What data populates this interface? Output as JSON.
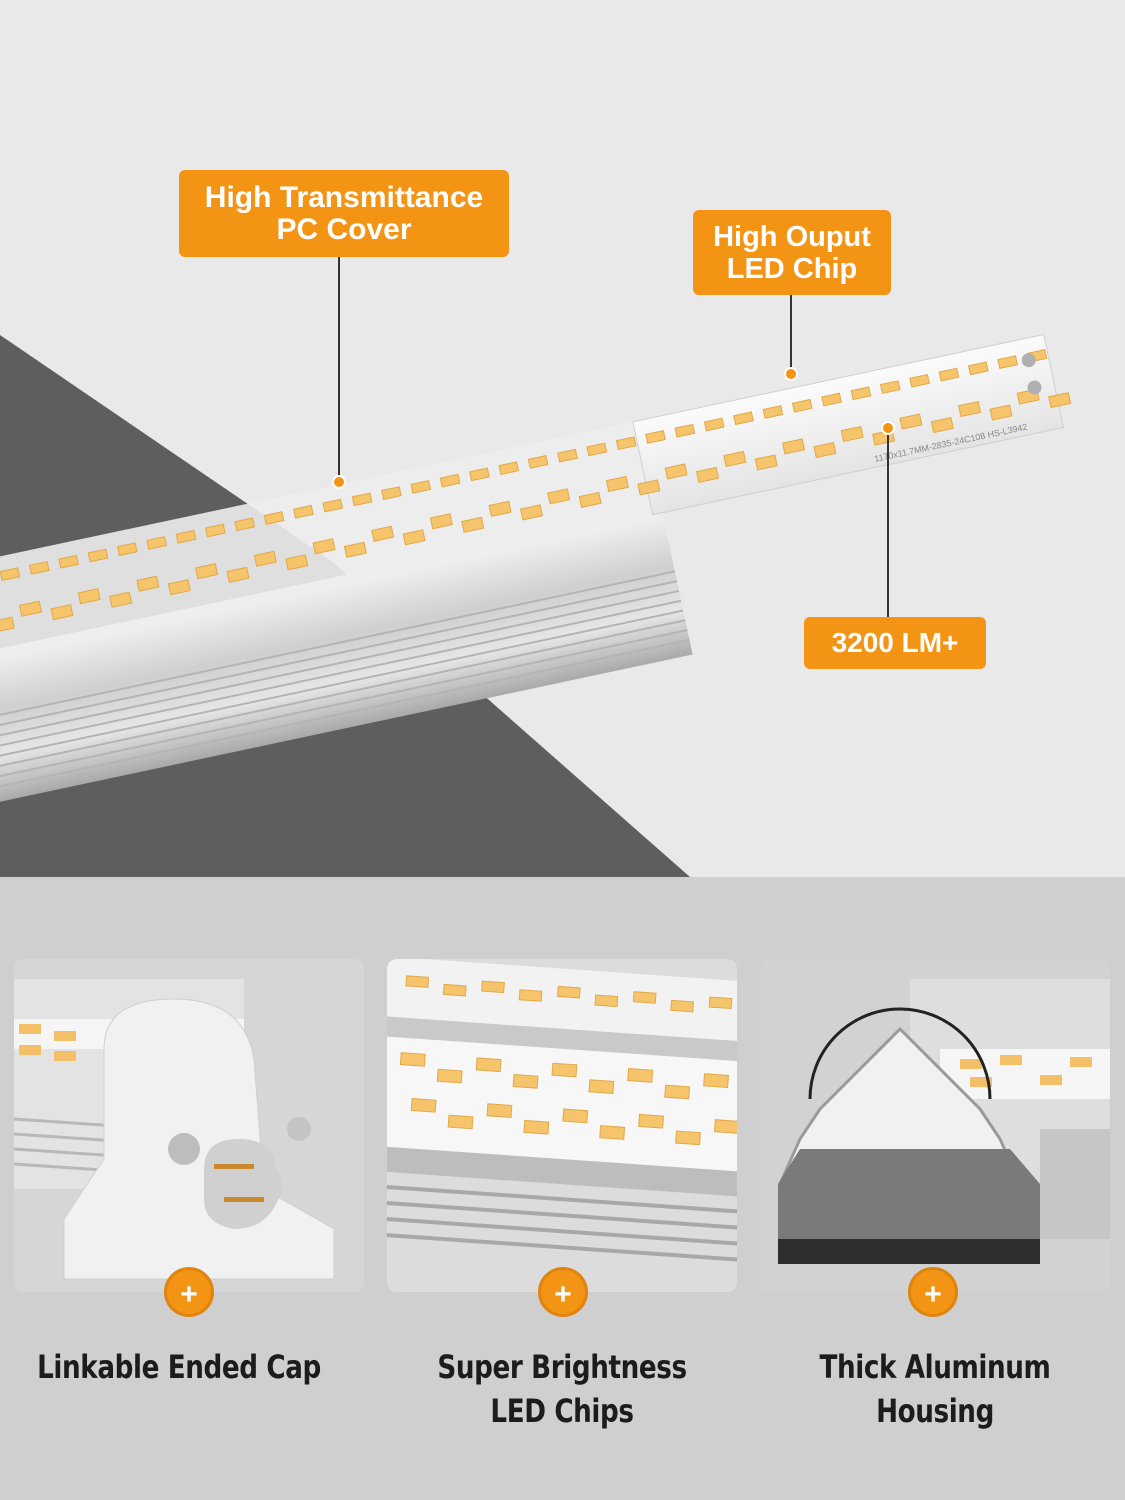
{
  "callouts": {
    "pc_cover": [
      "High Transmittance",
      "PC Cover"
    ],
    "led_chip": [
      "High Ouput",
      "LED Chip"
    ],
    "lumens": "3200 LM+"
  },
  "strip_marking": "1170x11.7MM-2835-24C108 HS-L3942",
  "features": [
    {
      "lines": [
        "Linkable Ended Cap"
      ],
      "badge": "+"
    },
    {
      "lines": [
        "Super Brightness",
        "LED Chips"
      ],
      "badge": "+"
    },
    {
      "lines": [
        "Thick Aluminum",
        "Housing"
      ],
      "badge": "+"
    }
  ],
  "colors": {
    "accent": "#f39415",
    "led": "#f6c46a",
    "dark_band": "#5e5e5e",
    "hero_bg": "#e9e9e9"
  }
}
